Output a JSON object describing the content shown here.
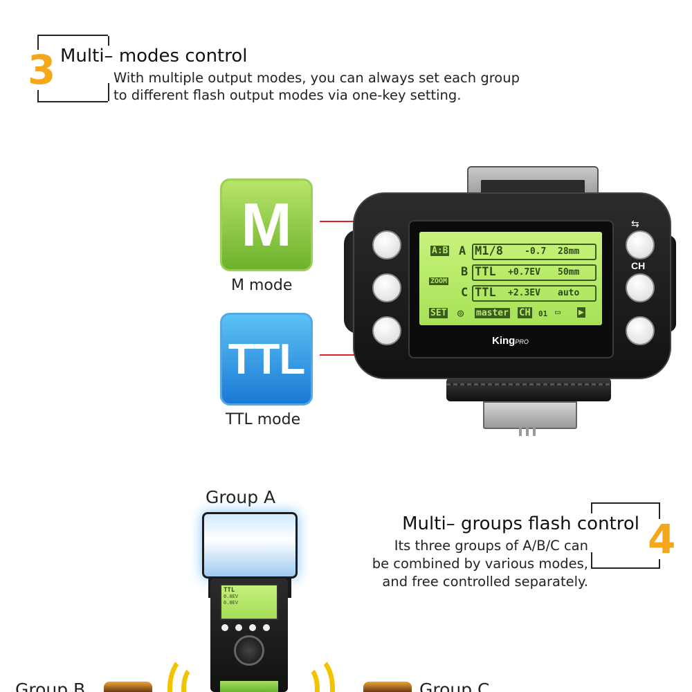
{
  "section3": {
    "number": "3",
    "title": "Multi– modes control",
    "desc_line1": "With multiple output modes, you can always set each group",
    "desc_line2": "to different flash output modes via one-key setting."
  },
  "modes": {
    "m": {
      "badge": "M",
      "label": "M mode",
      "color": "#6db22b"
    },
    "ttl": {
      "badge": "TTL",
      "label": "TTL mode",
      "color": "#1a79d4"
    }
  },
  "device": {
    "brand": "King",
    "brand_suffix": "PRO",
    "ch_label": "CH",
    "lcd": {
      "row1": {
        "tag": "A:B",
        "group": "A",
        "mode": "M1/8",
        "comp": "-0.7",
        "zoom": "28mm"
      },
      "row2": {
        "group": "B",
        "mode": "TTL",
        "comp": "+0.7EV",
        "zoom": "50mm"
      },
      "row3": {
        "tag": "ZOOM",
        "group": "C",
        "mode": "TTL",
        "comp": "+2.3EV",
        "zoom": "auto"
      },
      "row4": {
        "set": "SET",
        "master": "master",
        "ch": "CH",
        "ch_num": "01"
      }
    }
  },
  "section4": {
    "number": "4",
    "title": "Multi– groups flash control",
    "desc_line1": "Its three groups of A/B/C can",
    "desc_line2": "be combined by various modes,",
    "desc_line3": "and free controlled separately."
  },
  "groups": {
    "a": "Group A",
    "b": "Group B",
    "c": "Group C"
  },
  "speedlite": {
    "lcd_line1": "TTL",
    "lcd_line2": "0.0EV",
    "lcd_line3": "0.0EV"
  },
  "accent_color": "#f5a71c",
  "line_color": "#d8232a"
}
